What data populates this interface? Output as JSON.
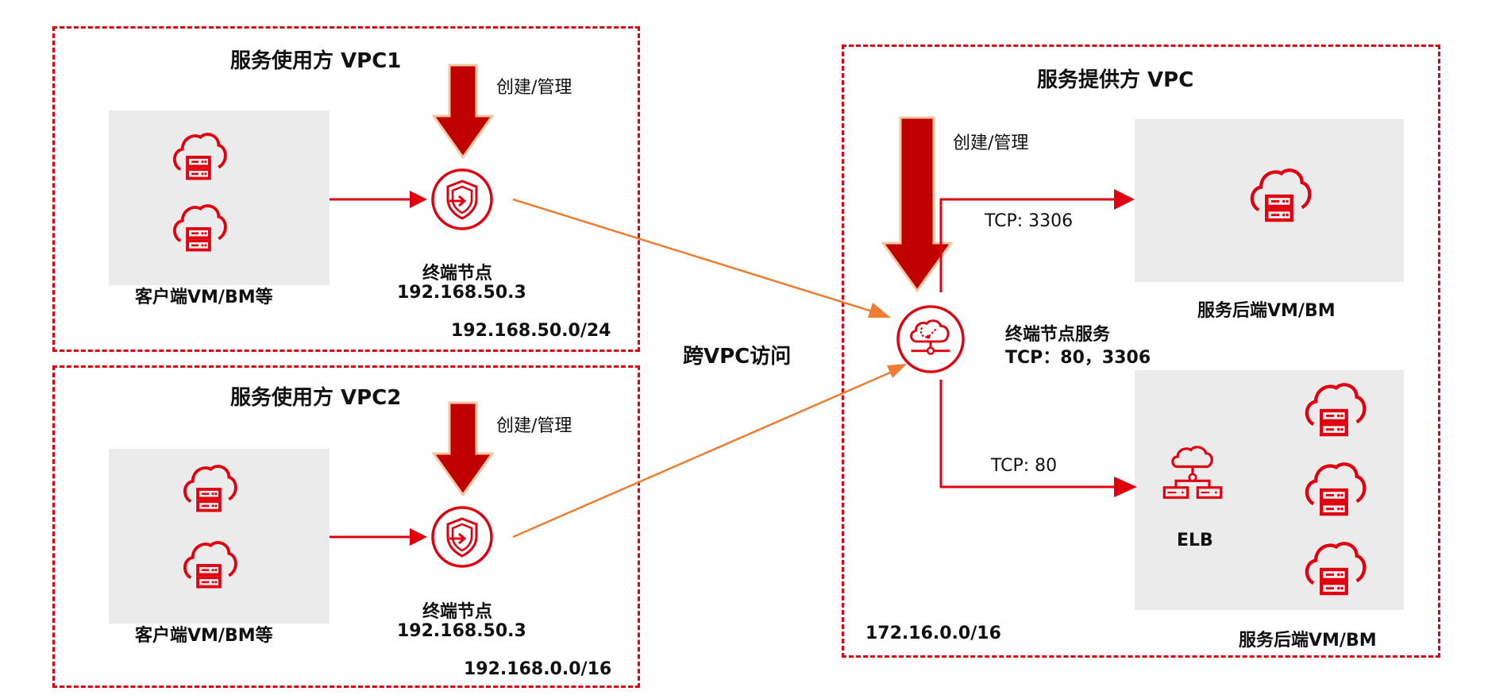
{
  "consumer_vpc1": {
    "title": "服务使用方 VPC1",
    "manage_label": "创建/管理",
    "client_label": "客户端VM/BM等",
    "endpoint_name": "终端节点",
    "endpoint_ip": "192.168.50.3",
    "cidr": "192.168.50.0/24"
  },
  "consumer_vpc2": {
    "title": "服务使用方 VPC2",
    "manage_label": "创建/管理",
    "client_label": "客户端VM/BM等",
    "endpoint_name": "终端节点",
    "endpoint_ip": "192.168.50.3",
    "cidr": "192.168.0.0/16"
  },
  "cross_vpc_label": "跨VPC访问",
  "provider_vpc": {
    "title": "服务提供方 VPC",
    "manage_label": "创建/管理",
    "service_name": "终端节点服务",
    "service_ports": "TCP：80，3306",
    "route_3306": "TCP: 3306",
    "route_80": "TCP: 80",
    "backend1_label": "服务后端VM/BM",
    "backend2_label": "服务后端VM/BM",
    "elb_label": "ELB",
    "cidr": "172.16.0.0/16"
  },
  "icons": {
    "client_server": "cloud-server-icon",
    "endpoint": "shield-endpoint-icon",
    "endpoint_service": "cloud-network-service-icon",
    "elb": "load-balancer-icon",
    "manage_arrow": "down-arrow-icon"
  },
  "colors": {
    "accent_red": "#e0000f",
    "dark_red_arrow": "#c00000",
    "arrow_outline": "#f5c6a0",
    "orange_link": "#ed7d31",
    "gray_panel": "#ebebeb"
  }
}
